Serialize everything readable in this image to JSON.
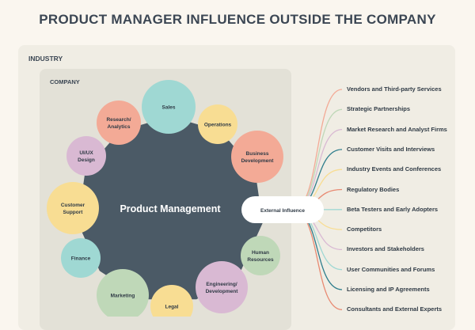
{
  "title": "PRODUCT MANAGER INFLUENCE OUTSIDE THE COMPANY",
  "industry_label": "INDUSTRY",
  "company_label": "COMPANY",
  "center_label": "Product Management",
  "external_label": "External Influence",
  "departments": [
    {
      "lines": [
        "Sales"
      ],
      "color": "#9fd8d3"
    },
    {
      "lines": [
        "Operations"
      ],
      "color": "#f8dd93"
    },
    {
      "lines": [
        "Business",
        "Development"
      ],
      "color": "#f3aa96"
    },
    {
      "lines": [
        "Human",
        "Resources"
      ],
      "color": "#bfd8b8"
    },
    {
      "lines": [
        "Engineering/",
        "Development"
      ],
      "color": "#d9b9d3"
    },
    {
      "lines": [
        "Legal"
      ],
      "color": "#f8dd93"
    },
    {
      "lines": [
        "Marketing"
      ],
      "color": "#bfd8b8"
    },
    {
      "lines": [
        "Finance"
      ],
      "color": "#9fd8d3"
    },
    {
      "lines": [
        "Customer",
        "Support"
      ],
      "color": "#f8dd93"
    },
    {
      "lines": [
        "UI/UX",
        "Design"
      ],
      "color": "#d9b9d3"
    },
    {
      "lines": [
        "Research/",
        "Analytics"
      ],
      "color": "#f3aa96"
    }
  ],
  "external_items": [
    {
      "label": "Vendors and Third-party Services",
      "color": "#f3aa96"
    },
    {
      "label": "Strategic Partnerships",
      "color": "#bfd8b8"
    },
    {
      "label": "Market Research and Analyst Firms",
      "color": "#d9b9d3"
    },
    {
      "label": "Customer Visits and Interviews",
      "color": "#2e7d8c"
    },
    {
      "label": "Industry Events and Conferences",
      "color": "#f8dd93"
    },
    {
      "label": "Regulatory Bodies",
      "color": "#e88a72"
    },
    {
      "label": "Beta Testers and Early Adopters",
      "color": "#9fd8d3"
    },
    {
      "label": "Competitors",
      "color": "#f8dd93"
    },
    {
      "label": "Investors and Stakeholders",
      "color": "#d9b9d3"
    },
    {
      "label": "User Communities and Forums",
      "color": "#9fd8d3"
    },
    {
      "label": "Licensing and IP Agreements",
      "color": "#2e7d8c"
    },
    {
      "label": "Consultants and External Experts",
      "color": "#e88a72"
    }
  ],
  "colors": {
    "center": "#4b5a66",
    "background": "#faf6ef",
    "industry": "#f0ede4",
    "company": "#e3e1d7"
  }
}
